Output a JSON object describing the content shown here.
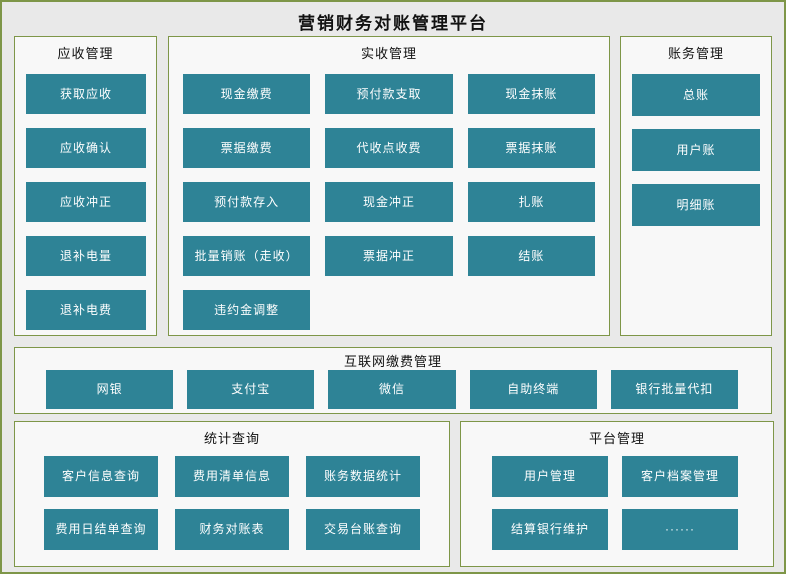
{
  "title": "营销财务对账管理平台",
  "colors": {
    "frame_border": "#7E9648",
    "canvas_bg": "#E9E9E9",
    "panel_bg": "#F8F8F8",
    "button_bg": "#2E8396",
    "button_text": "#FFFFFF",
    "title_text": "#111111"
  },
  "sections": {
    "receivable": {
      "title": "应收管理",
      "items": [
        "获取应收",
        "应收确认",
        "应收冲正",
        "退补电量",
        "退补电费"
      ]
    },
    "actual": {
      "title": "实收管理",
      "columns": [
        [
          "现金缴费",
          "票据缴费",
          "预付款存入",
          "批量销账（走收）",
          "违约金调整"
        ],
        [
          "预付款支取",
          "代收点收费",
          "现金冲正",
          "票据冲正"
        ],
        [
          "现金抹账",
          "票据抹账",
          "扎账",
          "结账"
        ]
      ]
    },
    "account": {
      "title": "账务管理",
      "items": [
        "总账",
        "用户账",
        "明细账"
      ]
    },
    "internet": {
      "title": "互联网缴费管理",
      "items": [
        "网银",
        "支付宝",
        "微信",
        "自助终端",
        "银行批量代扣"
      ]
    },
    "stats": {
      "title": "统计查询",
      "items": [
        "客户信息查询",
        "费用清单信息",
        "账务数据统计",
        "费用日结单查询",
        "财务对账表",
        "交易台账查询"
      ]
    },
    "platform": {
      "title": "平台管理",
      "items": [
        "用户管理",
        "客户档案管理",
        "结算银行维护",
        "······"
      ]
    }
  }
}
